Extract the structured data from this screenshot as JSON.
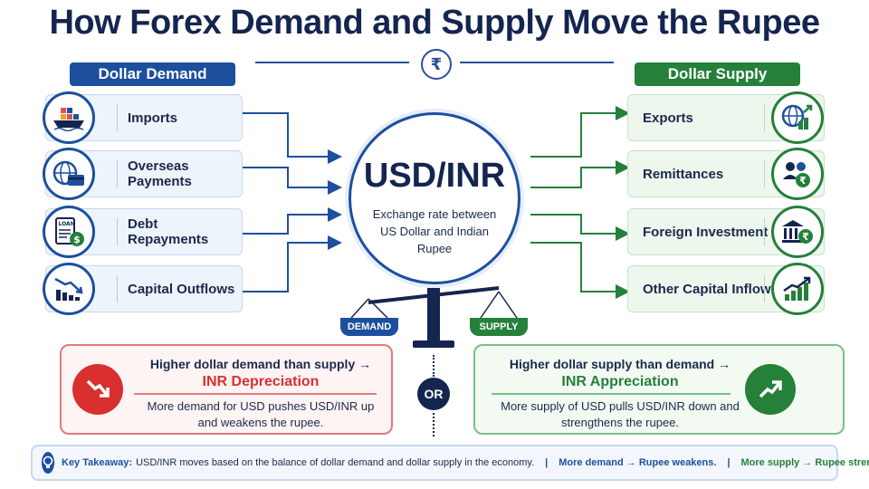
{
  "title": "How Forex Demand and Supply Move the Rupee",
  "rupee_symbol": "₹",
  "demand": {
    "header": "Dollar Demand",
    "items": [
      {
        "label": "Imports",
        "icon": "cargo-ship-icon"
      },
      {
        "label": "Overseas Payments",
        "icon": "globe-card-icon"
      },
      {
        "label": "Debt Repayments",
        "icon": "loan-document-icon",
        "icon_text": "LOAN"
      },
      {
        "label": "Capital Outflows",
        "icon": "declining-chart-icon"
      }
    ]
  },
  "supply": {
    "header": "Dollar Supply",
    "items": [
      {
        "label": "Exports",
        "icon": "globe-export-icon"
      },
      {
        "label": "Remittances",
        "icon": "people-rupee-icon"
      },
      {
        "label": "Foreign Investment",
        "icon": "bank-rupee-icon"
      },
      {
        "label": "Other Capital Inflows",
        "icon": "rising-chart-icon"
      }
    ]
  },
  "center": {
    "title": "USD/INR",
    "subtitle": "Exchange rate between US Dollar and Indian Rupee"
  },
  "scale": {
    "left_label": "DEMAND",
    "right_label": "SUPPLY"
  },
  "outcomes": {
    "depreciation": {
      "line1": "Higher dollar demand than supply →",
      "line2": "INR Depreciation",
      "desc": "More demand for USD pushes USD/INR up and weakens the rupee."
    },
    "appreciation": {
      "line1": "Higher dollar supply than demand →",
      "line2": "INR Appreciation",
      "desc": "More supply of USD pulls USD/INR down and strengthens the rupee."
    },
    "or_label": "OR"
  },
  "takeaway": {
    "label": "Key Takeaway:",
    "text": "USD/INR moves based on the balance of dollar demand and dollar supply in the economy.",
    "divider": "|",
    "demand_note": "More demand → Rupee weakens.",
    "supply_note": "More supply → Rupee strengthens."
  },
  "colors": {
    "navy": "#14254f",
    "blue": "#1d4f9f",
    "green": "#25803a",
    "red": "#d92f2f"
  }
}
